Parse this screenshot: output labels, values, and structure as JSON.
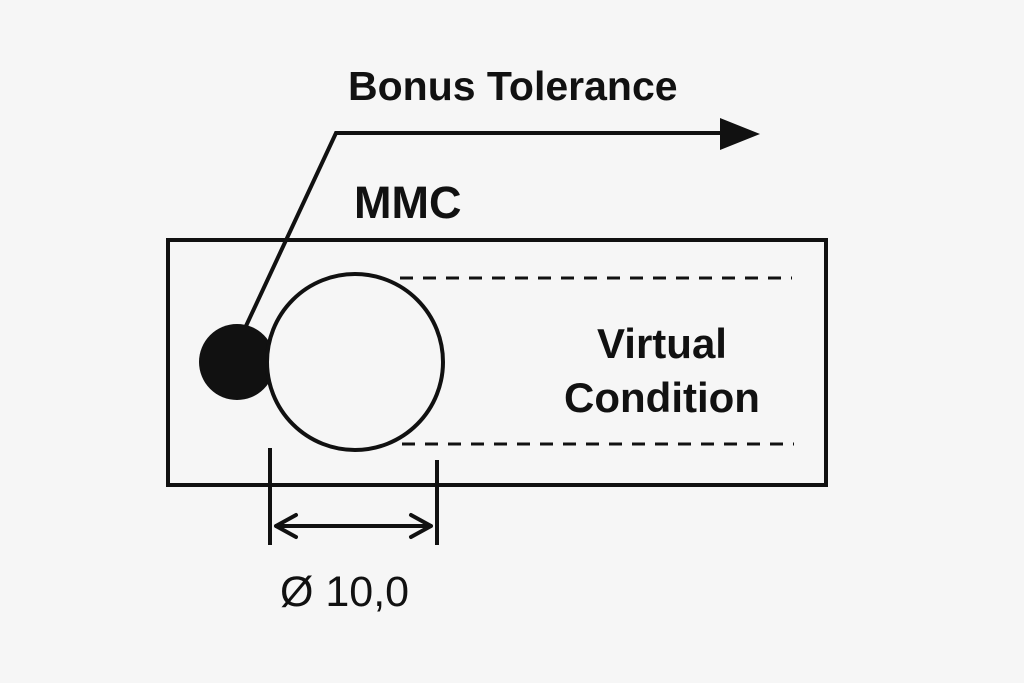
{
  "labels": {
    "bonus_tolerance": "Bonus Tolerance",
    "mmc": "MMC",
    "virtual_condition_line1": "Virtual",
    "virtual_condition_line2": "Condition",
    "diameter": "Ø 10,0"
  },
  "colors": {
    "background": "#f6f6f6",
    "ink": "#111111"
  }
}
